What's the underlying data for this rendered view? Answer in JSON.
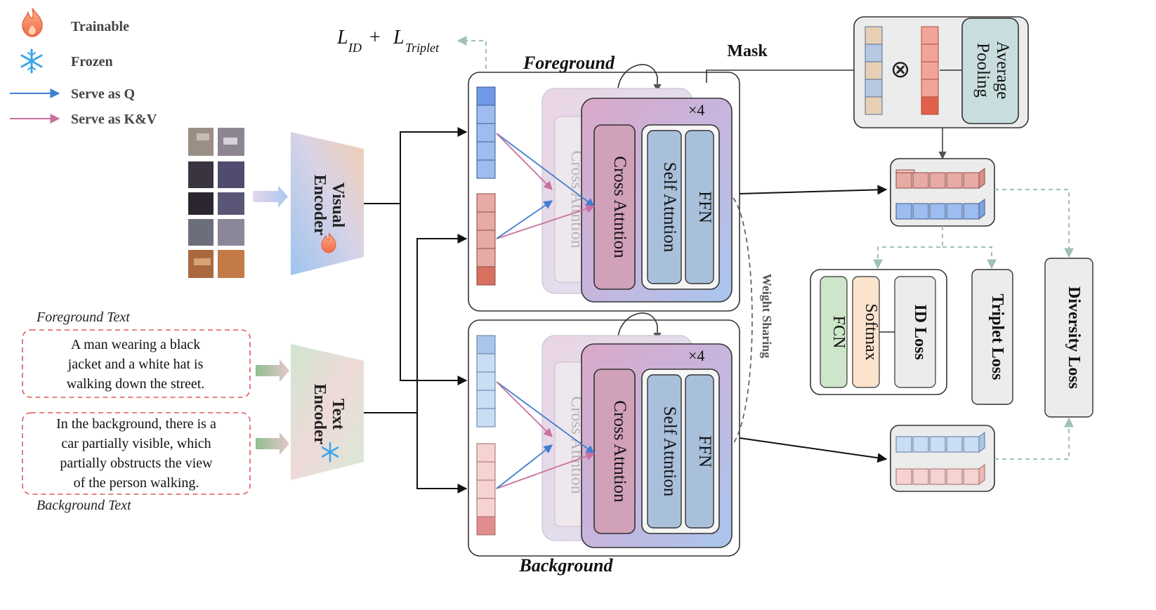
{
  "legend": {
    "trainable": "Trainable",
    "frozen": "Frozen",
    "serve_q": "Serve as Q",
    "serve_kv": "Serve as K&V"
  },
  "colors": {
    "q_arrow": "#3f7fcf",
    "kv_arrow": "#c9709f",
    "dashed": "#9fc2b2",
    "token_blue": "#9dbcf0",
    "token_red": "#e59f99",
    "token_light_blue": "#c9ddf3",
    "token_light_red": "#f6d2d0"
  },
  "loss_label": {
    "l": "L",
    "id_sub": "ID",
    "plus": "+",
    "triplet_sub": "Triplet"
  },
  "encoders": {
    "visual": [
      "Visual",
      "Encoder"
    ],
    "text": [
      "Text",
      "Encoder"
    ]
  },
  "texts": {
    "foreground_title": "Foreground Text",
    "foreground_lines": [
      "A man wearing a black",
      "jacket and a white hat is",
      "walking down the street."
    ],
    "background_lines": [
      "In the background, there is a",
      "car partially visible, which",
      "partially obstructs the view",
      "of the person walking."
    ],
    "background_title": "Background Text"
  },
  "blocks": {
    "foreground": "Foreground",
    "background": "Background",
    "times": "×4",
    "cross_attention": "Cross Attntion",
    "self_attention": "Self Attntion",
    "ffn": "FFN",
    "mask": "Mask",
    "weight_sharing": "Weight Sharing"
  },
  "right": {
    "average_pooling": [
      "Average",
      "Pooling"
    ],
    "otimes": "⊗",
    "fcn": "FCN",
    "softmax": "Softmax",
    "id_loss": "ID Loss",
    "triplet_loss": "Triplet Loss",
    "diversity_loss": "Diversity Loss"
  }
}
